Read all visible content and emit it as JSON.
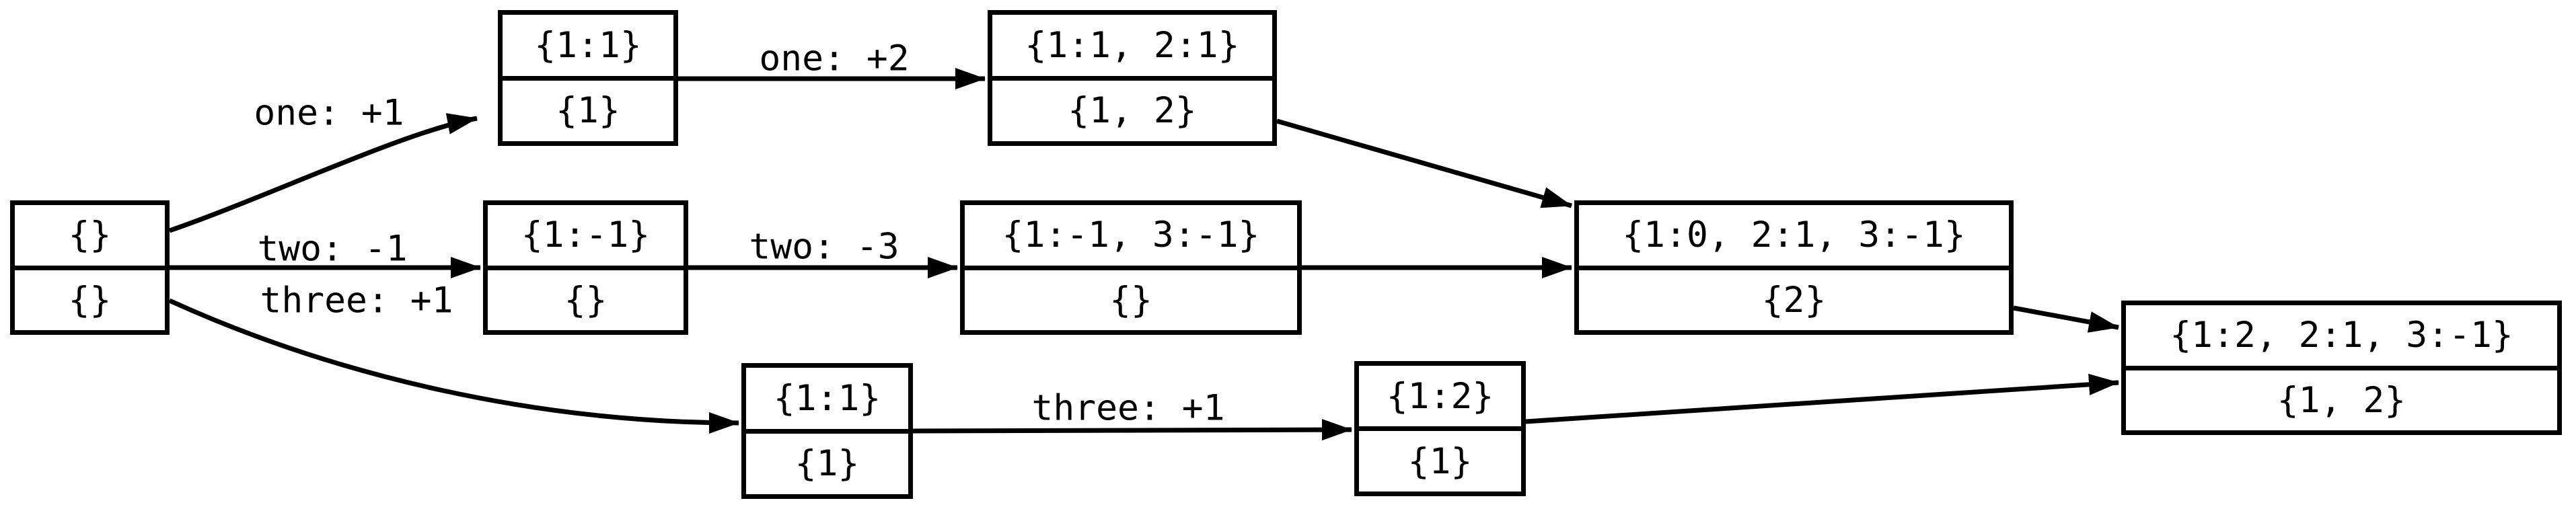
{
  "diagram": {
    "background": "#ffffff",
    "line_color": "#000000",
    "text_color": "#000000",
    "nodes": [
      {
        "id": "start",
        "top": "{}",
        "bottom": "{}"
      },
      {
        "id": "one-step1",
        "top": "{1:1}",
        "bottom": "{1}"
      },
      {
        "id": "one-step2",
        "top": "{1:1, 2:1}",
        "bottom": "{1, 2}"
      },
      {
        "id": "two-step1",
        "top": "{1:-1}",
        "bottom": "{}"
      },
      {
        "id": "two-step2",
        "top": "{1:-1, 3:-1}",
        "bottom": "{}"
      },
      {
        "id": "merge-mid",
        "top": "{1:0, 2:1, 3:-1}",
        "bottom": "{2}"
      },
      {
        "id": "merge-final",
        "top": "{1:2, 2:1, 3:-1}",
        "bottom": "{1, 2}"
      },
      {
        "id": "three-step1",
        "top": "{1:1}",
        "bottom": "{1}"
      },
      {
        "id": "three-step2",
        "top": "{1:2}",
        "bottom": "{1}"
      }
    ],
    "edge_labels": [
      {
        "text": "one: +1"
      },
      {
        "text": "one: +2"
      },
      {
        "text": "two: -1"
      },
      {
        "text": "two: -3"
      },
      {
        "text": "three: +1"
      },
      {
        "text": "three: +1"
      }
    ]
  }
}
